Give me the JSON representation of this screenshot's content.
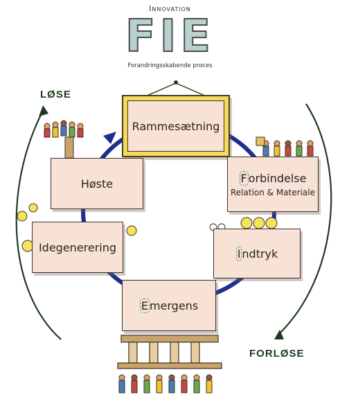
{
  "header": {
    "top": "Innovation",
    "logo": "FIE",
    "subtitle": "Forandringsskabende proces"
  },
  "labels": {
    "left": "LØSE",
    "right": "FORLØSE"
  },
  "steps": {
    "rammesaetning": "Rammesætning",
    "forbindelse_first": "F",
    "forbindelse_rest": "orbindelse",
    "forbindelse_sub": "Relation & Materiale",
    "indtryk_first": "I",
    "indtryk_rest": "ndtryk",
    "emergens_first": "E",
    "emergens_rest": "mergens",
    "idegenerering": "Idegenerering",
    "hoste": "Høste"
  },
  "colors": {
    "cycle_ring": "#1c2f8a",
    "box_fill": "#f8e2d6",
    "frame_gold": "#f4d95a",
    "logo_fill": "#b9d1cf",
    "arrow_green": "#1e3a1e",
    "highlight": "#3d9a92"
  }
}
